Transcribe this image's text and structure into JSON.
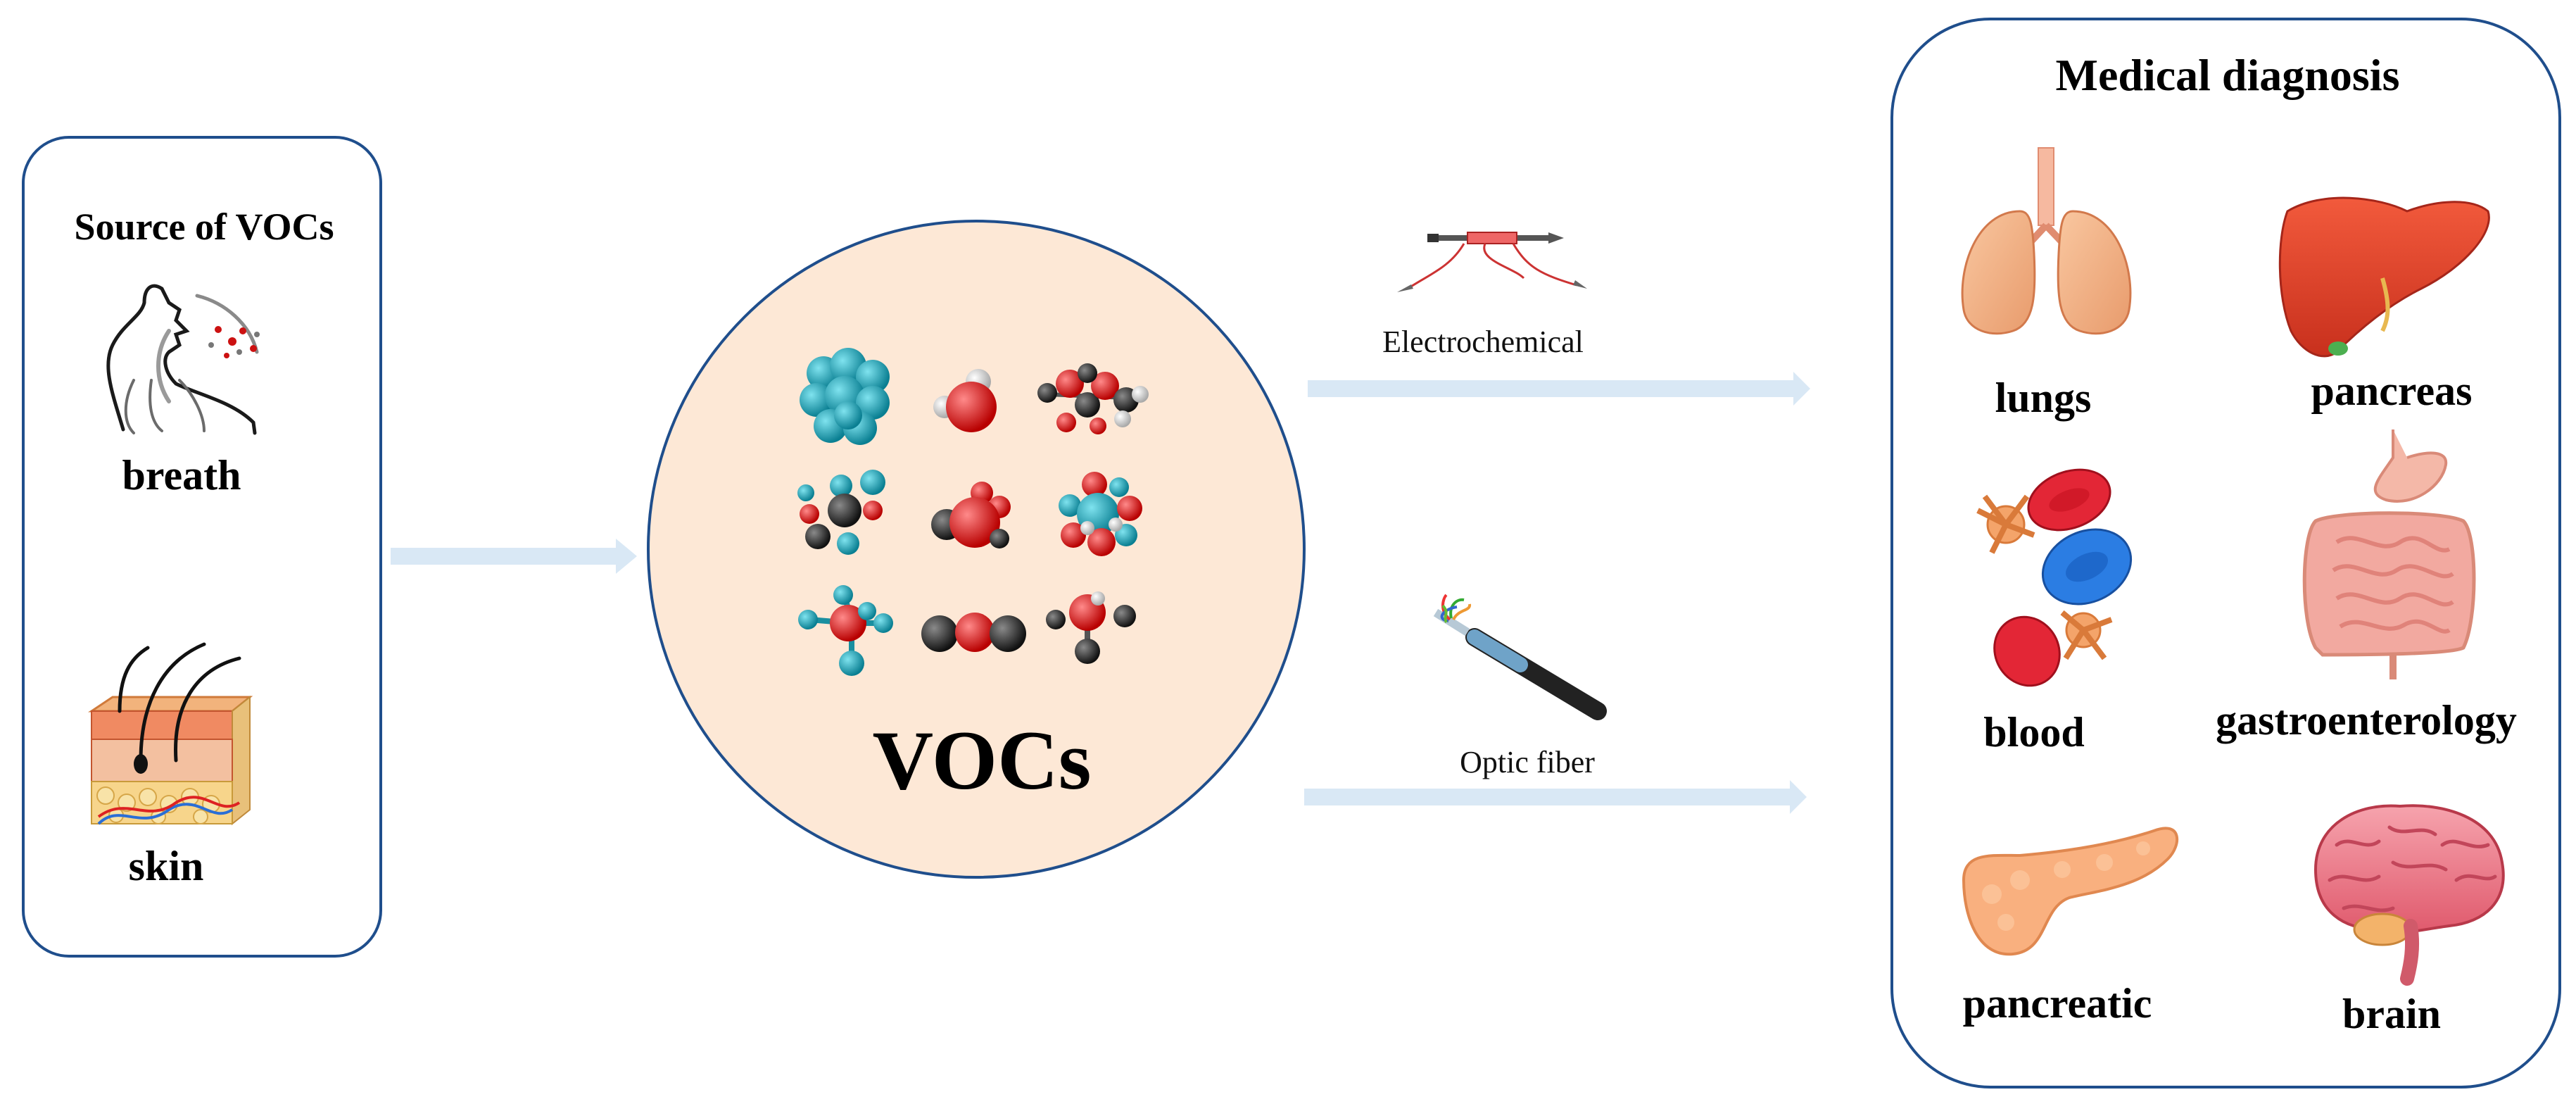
{
  "source_panel": {
    "title": "Source of VOCs",
    "items": [
      {
        "label": "breath",
        "icon": "breath-head-icon"
      },
      {
        "label": "skin",
        "icon": "skin-cross-section-icon"
      }
    ]
  },
  "center": {
    "label": "VOCs",
    "molecules_icon": "molecule-models-icon"
  },
  "methods": [
    {
      "label": "Electrochemical",
      "icon": "electrode-sensor-icon"
    },
    {
      "label": "Optic fiber",
      "icon": "optic-fiber-cable-icon"
    }
  ],
  "diagnosis_panel": {
    "title": "Medical diagnosis",
    "items": [
      {
        "label": "lungs",
        "icon": "lungs-icon"
      },
      {
        "label": "pancreas",
        "icon": "liver-icon"
      },
      {
        "label": "blood",
        "icon": "blood-cells-icon"
      },
      {
        "label": "gastroenterology",
        "icon": "intestine-icon"
      },
      {
        "label": "pancreatic",
        "icon": "pancreas-icon"
      },
      {
        "label": "brain",
        "icon": "brain-icon"
      }
    ]
  },
  "colors": {
    "panel_border": "#1f4e8c",
    "circle_fill": "#fde8d6",
    "arrow": "#d9e8f5"
  }
}
